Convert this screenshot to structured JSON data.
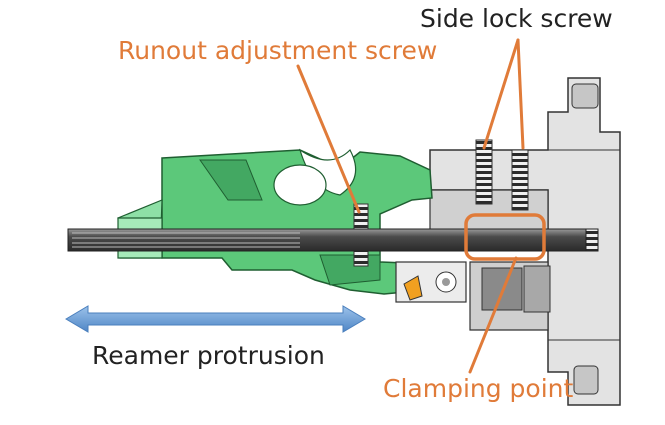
{
  "labels": {
    "side_lock_screw": "Side lock screw",
    "runout_adjustment_screw": "Runout adjustment screw",
    "reamer_protrusion": "Reamer protrusion",
    "clamping_point": "Clamping point"
  },
  "colors": {
    "accent_orange": "#E07B39",
    "holder_green": "#5CC87A",
    "holder_green_dark": "#2E8F4B",
    "arrow_blue": "#6FA2D8",
    "body_gray": "#DADADA",
    "tool_shank": "#4A4A4A"
  }
}
